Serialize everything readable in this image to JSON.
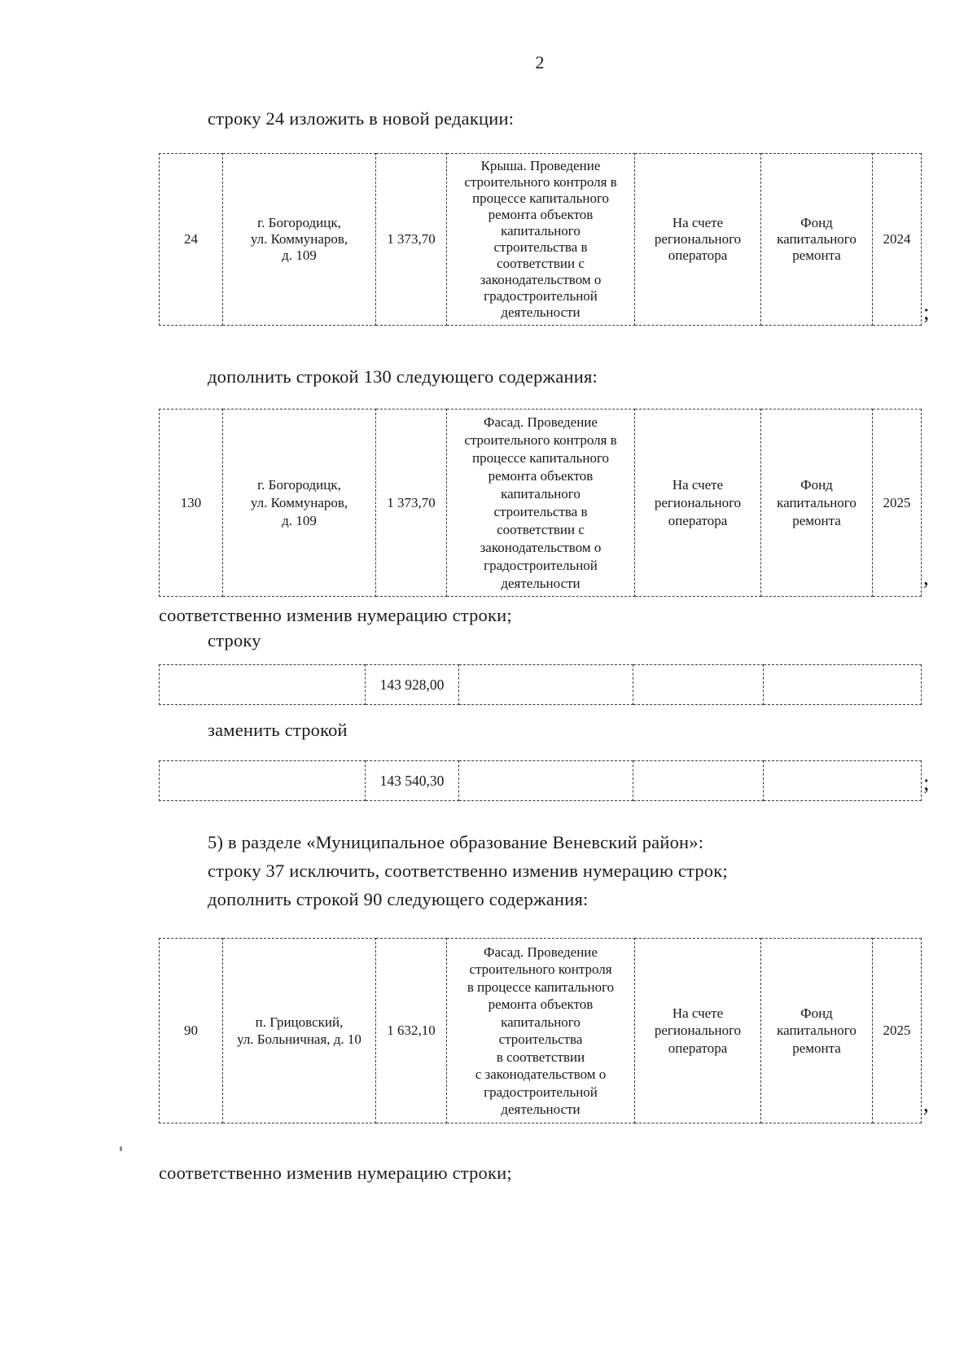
{
  "page": {
    "number": "2"
  },
  "paragraphs": {
    "p1": "строку 24 изложить в новой редакции:",
    "p2": "дополнить строкой 130 следующего содержания:",
    "p3": "соответственно изменив нумерацию строки;",
    "p4": "строку",
    "p5": "заменить строкой",
    "p6": "5) в разделе «Муниципальное образование Веневский район»:",
    "p7": "строку 37 исключить, соответственно изменив нумерацию строк;",
    "p8": "дополнить строкой 90 следующего содержания:",
    "p9": "соответственно изменив нумерацию строки;"
  },
  "tables": {
    "row24": {
      "number": "24",
      "address_lines": [
        "г. Богородицк,",
        "ул. Коммунаров,",
        "д. 109"
      ],
      "area": "1 373,70",
      "work_lines": [
        "Крыша. Проведение",
        "строительного контроля в",
        "процессе капитального",
        "ремонта объектов",
        "капитального",
        "строительства в",
        "соответствии с",
        "законодательством о",
        "градостроительной",
        "деятельности"
      ],
      "account_lines": [
        "На счете",
        "регионального",
        "оператора"
      ],
      "fund_lines": [
        "Фонд",
        "капитального",
        "ремонта"
      ],
      "year": "2024",
      "after_mark": ";"
    },
    "row130": {
      "number": "130",
      "address_lines": [
        "г. Богородицк,",
        "ул. Коммунаров,",
        "д. 109"
      ],
      "area": "1 373,70",
      "work_lines": [
        "Фасад. Проведение",
        "строительного контроля в",
        "процессе капитального",
        "ремонта объектов",
        "капитального",
        "строительства в",
        "соответствии с",
        "законодательством о",
        "градостроительной",
        "деятельности"
      ],
      "account_lines": [
        "На счете",
        "регионального",
        "оператора"
      ],
      "fund_lines": [
        "Фонд",
        "капитального",
        "ремонта"
      ],
      "year": "2025",
      "after_mark": ","
    },
    "row90": {
      "number": "90",
      "address_lines": [
        "п. Грицовский,",
        "ул. Больничная, д. 10"
      ],
      "area": "1 632,10",
      "work_lines": [
        "Фасад. Проведение",
        "строительного контроля",
        "в процессе капитального",
        "ремонта объектов",
        "капитального",
        "строительства",
        "в соответствии",
        "с законодательством о",
        "градостроительной",
        "деятельности"
      ],
      "account_lines": [
        "На счете",
        "регионального",
        "оператора"
      ],
      "fund_lines": [
        "Фонд",
        "капитального",
        "ремонта"
      ],
      "year": "2025",
      "after_mark": ","
    },
    "sum_old": {
      "value": "143 928,00",
      "after_mark": ""
    },
    "sum_new": {
      "value": "143 540,30",
      "after_mark": ";"
    }
  }
}
